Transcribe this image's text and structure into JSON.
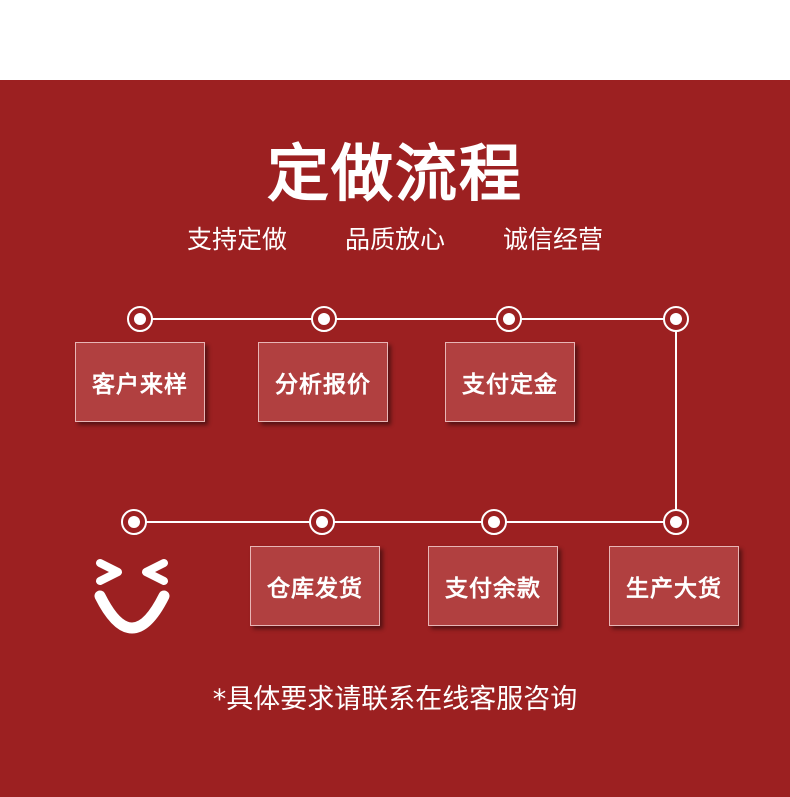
{
  "title": "定做流程",
  "subtitle": [
    "支持定做",
    "品质放心",
    "诚信经营"
  ],
  "steps": [
    "客户来样",
    "分析报价",
    "支付定金",
    "生产大货",
    "支付余款",
    "仓库发货"
  ],
  "icons": {
    "smiley": "smiley-face-icon",
    "node": "circle-node-icon"
  },
  "note": "*具体要求请联系在线客服咨询",
  "colors": {
    "background": "#9c2021",
    "box": "#b14040",
    "text": "#ffffff"
  }
}
